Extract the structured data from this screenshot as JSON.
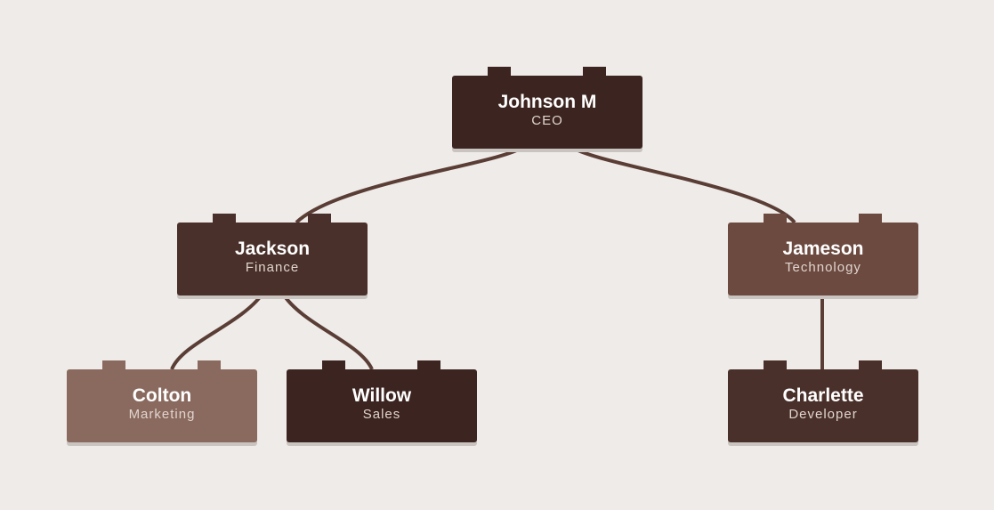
{
  "nodes": [
    {
      "name": "Johnson M",
      "role": "CEO",
      "color": "#3c2420"
    },
    {
      "name": "Jackson",
      "role": "Finance",
      "color": "#4a302a"
    },
    {
      "name": "Jameson",
      "role": "Technology",
      "color": "#6c4a40"
    },
    {
      "name": "Colton",
      "role": "Marketing",
      "color": "#8a6a5e"
    },
    {
      "name": "Willow",
      "role": "Sales",
      "color": "#3c2420"
    },
    {
      "name": "Charlette",
      "role": "Developer",
      "color": "#4a302a"
    }
  ],
  "connector_color": "#5a3e36"
}
